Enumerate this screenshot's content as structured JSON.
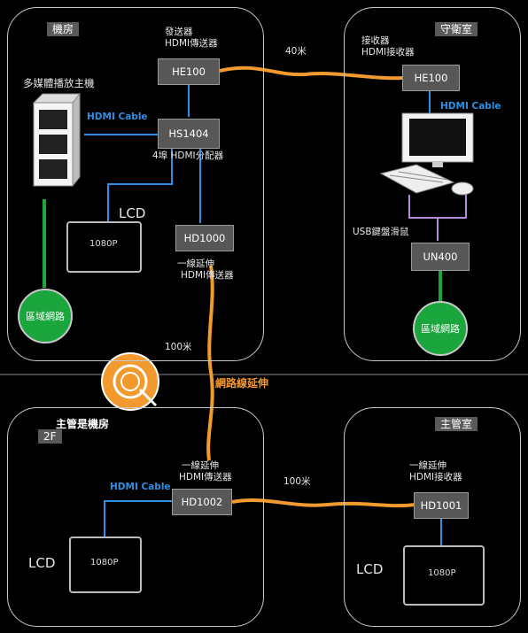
{
  "rooms": {
    "machine_room": "機房",
    "guard_room": "守衛室",
    "supervisor_machine_room": "主管是機房",
    "supervisor_floor": "2F",
    "supervisor_room": "主管室"
  },
  "devices": {
    "he100_tx": "HE100",
    "he100_rx": "HE100",
    "hs1404": "HS1404",
    "hd1000": "HD1000",
    "un400": "UN400",
    "hd1002": "HD1002",
    "hd1001": "HD1001"
  },
  "labels": {
    "tx_caption_1": "發送器",
    "tx_caption_2": "HDMI傳送器",
    "rx_caption_1": "接收器",
    "rx_caption_2": "HDMI接收器",
    "host": "多媒體播放主機",
    "splitter": "4埠 HDMI分配器",
    "extender_tx_top_1": "一線延伸",
    "extender_tx_top_2": "HDMI傳送器",
    "kvm": "USB鍵盤滑鼠",
    "extender_mid_1": "一線延伸",
    "extender_mid_2": "HDMI傳送器",
    "extender_right_1": "一線延伸",
    "extender_right_2": "HDMI接收器",
    "cable_host": "HDMI Cable",
    "cable_guard": "HDMI Cable",
    "cable_bottom": "HDMI Cable",
    "dist_40": "40米",
    "dist_100_vertical": "100米",
    "dist_100_bottom": "100米",
    "network_extend": "網路線延伸",
    "lan_left": "區域網路",
    "lan_right": "區域網路",
    "lcd_top": "LCD",
    "lcd_bottom_left": "LCD",
    "lcd_bottom_right": "LCD",
    "res_top": "1080P",
    "res_bottom_left": "1080P",
    "res_bottom_right": "1080P"
  },
  "colors": {
    "orange_cable": "#f29a2e",
    "blue_cable": "#2f8fe4",
    "green_network": "#1aa63c",
    "purple_usb": "#b58ad6"
  }
}
